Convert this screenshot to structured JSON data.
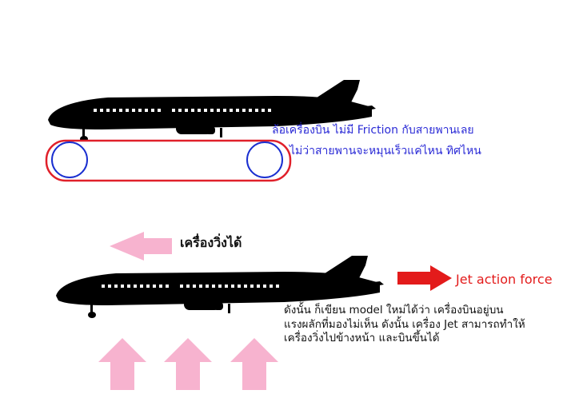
{
  "diagram": {
    "top_caption": {
      "line1": "ล้อเครื่องบิน  ไม่มี Friction กับสายพานเลย",
      "line2": "ไม่ว่าสายพานจะหมุนเร็วแค่ไหน  ทิศไหน"
    },
    "run_label": "เครื่องวิ่งได้",
    "jet_label": "Jet action force",
    "conclusion": {
      "line1": "ดังนั้น  ก็เขียน model ใหม่ได้ว่า  เครื่องบินอยู่บน",
      "line2": "แรงผลักที่มองไม่เห็น  ดังนั้น  เครื่อง Jet สามารถทำให้",
      "line3": "เครื่องวิ่งไปข้างหน้า  และบินขึ้นได้"
    },
    "icons": [
      "airplane-silhouette-icon",
      "conveyor-belt-icon",
      "left-arrow-icon",
      "right-arrow-icon",
      "up-arrow-icon"
    ],
    "colors": {
      "silhouette": "#000000",
      "belt": "#e0202a",
      "wheel": "#1a2fd0",
      "pink_arrow": "#f7b3cf",
      "red_arrow": "#e31b1b",
      "caption_blue": "#2b2bd6"
    }
  }
}
